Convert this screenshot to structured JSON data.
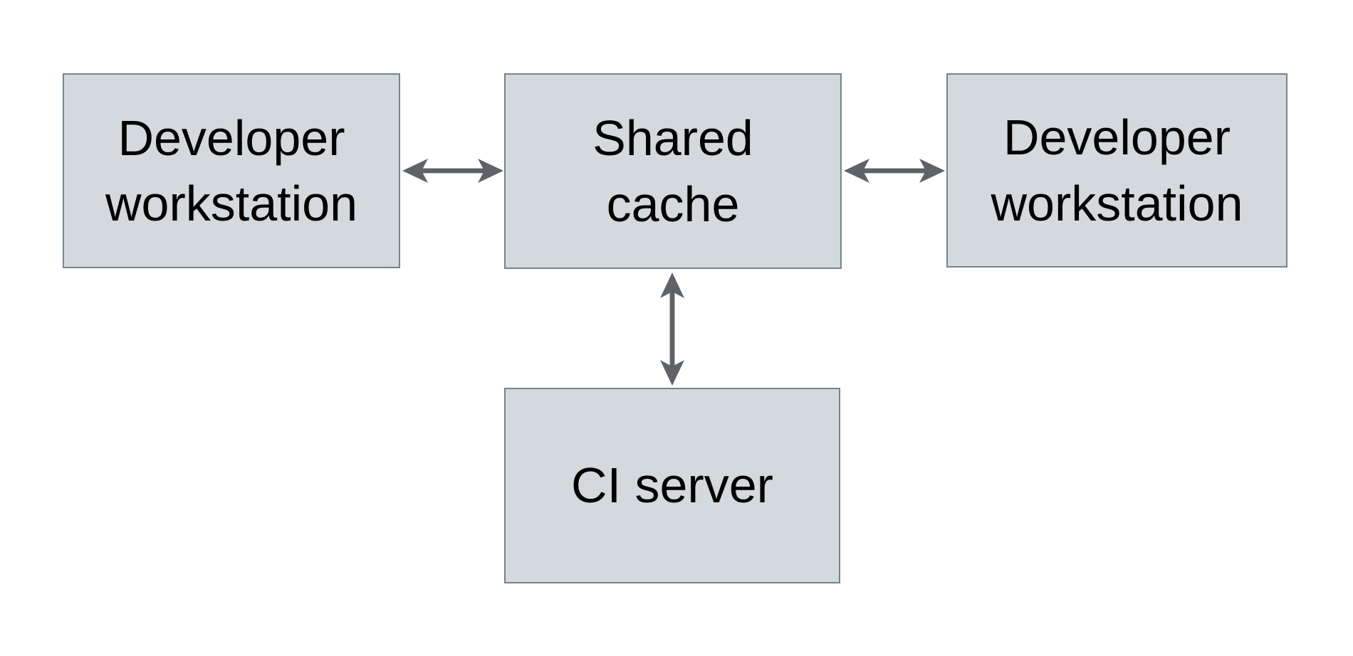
{
  "diagram": {
    "background": "#ffffff",
    "colors": {
      "node_fill": "#d3d9dc",
      "node_border": "#72858f",
      "arrow": "#5f6368",
      "text": "#000000"
    },
    "nodes": {
      "dev_left": {
        "label": "Developer\nworkstation"
      },
      "shared_cache": {
        "label": "Shared\ncache"
      },
      "dev_right": {
        "label": "Developer\nworkstation"
      },
      "ci_server": {
        "label": "CI server"
      }
    },
    "edges": [
      {
        "from": "dev_left",
        "to": "shared_cache",
        "direction": "bidirectional",
        "orientation": "horizontal"
      },
      {
        "from": "shared_cache",
        "to": "dev_right",
        "direction": "bidirectional",
        "orientation": "horizontal"
      },
      {
        "from": "shared_cache",
        "to": "ci_server",
        "direction": "bidirectional",
        "orientation": "vertical"
      }
    ]
  }
}
